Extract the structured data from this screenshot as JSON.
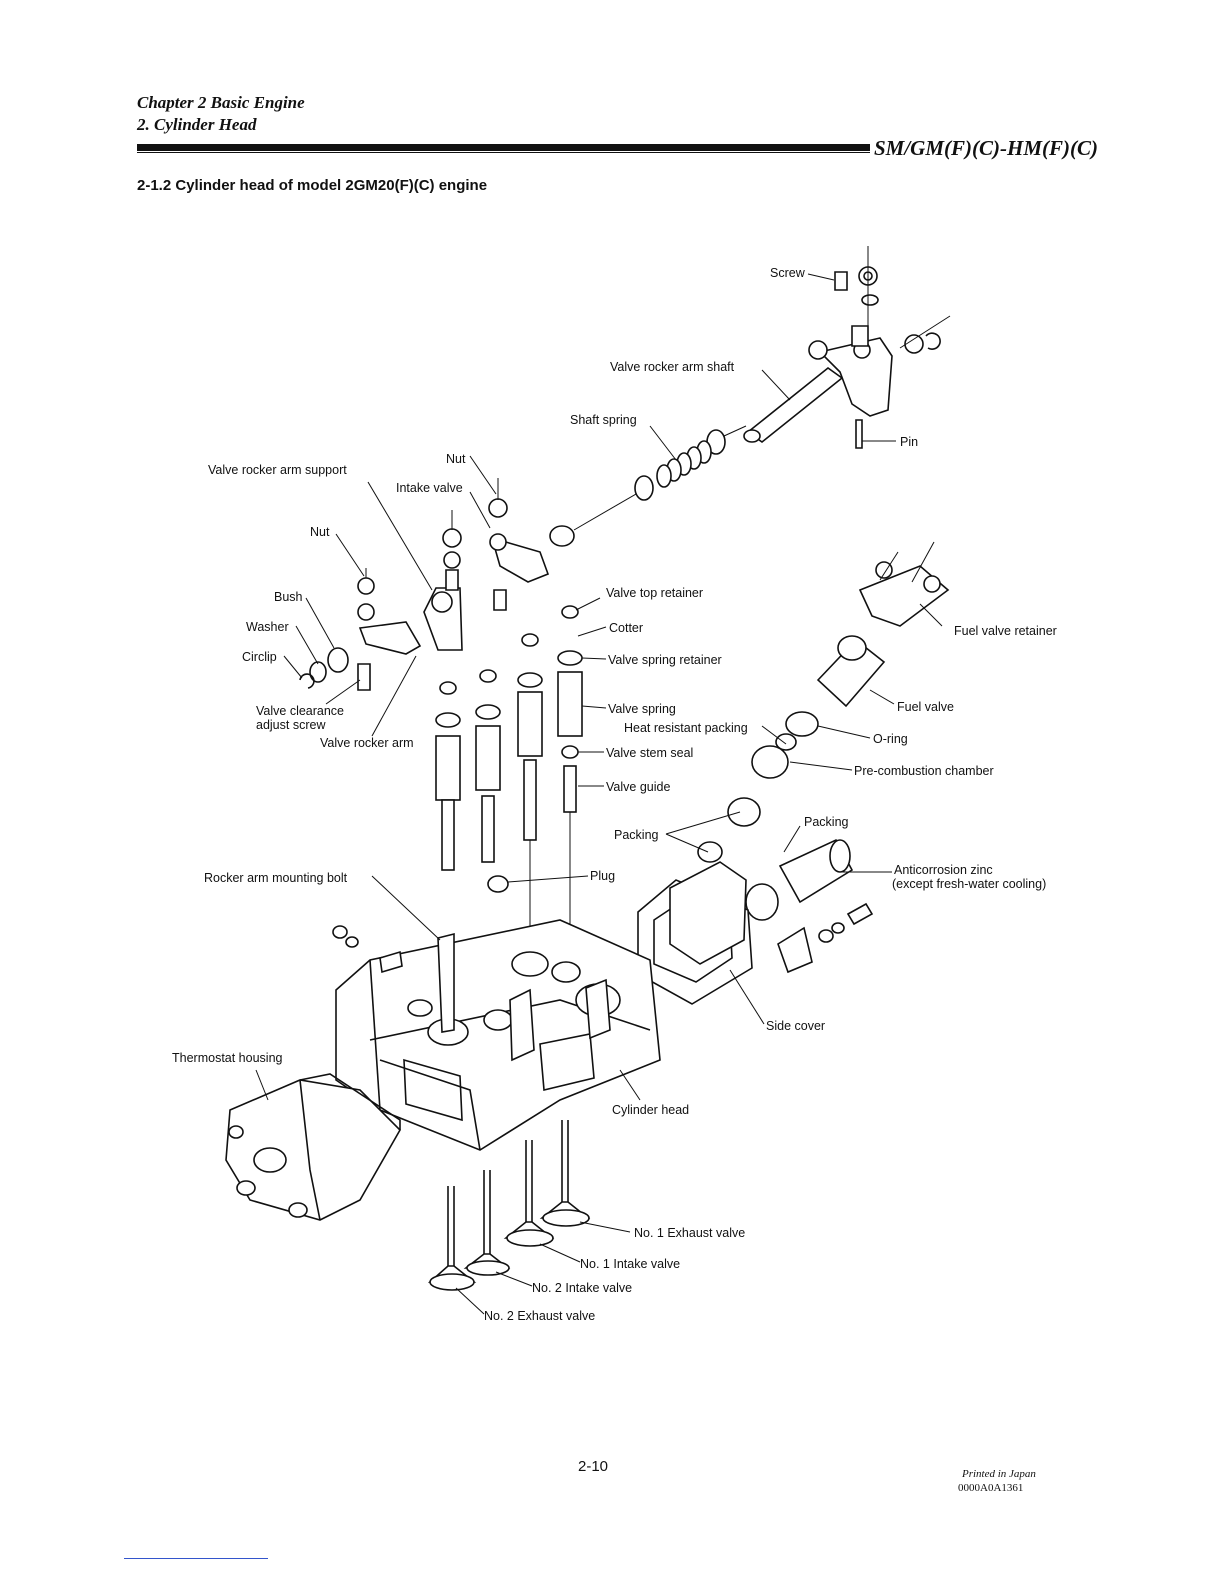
{
  "header": {
    "chapter": "Chapter 2 Basic Engine",
    "section": "2. Cylinder Head",
    "model_code": "SM/GM(F)(C)-HM(F)(C)"
  },
  "section_title": "2-1.2 Cylinder head of model 2GM20(F)(C) engine",
  "labels": {
    "screw": "Screw",
    "valve_rocker_arm_shaft": "Valve rocker arm shaft",
    "shaft_spring": "Shaft spring",
    "pin": "Pin",
    "valve_rocker_arm_support": "Valve rocker arm support",
    "nut_1": "Nut",
    "intake_valve": "Intake valve",
    "nut_2": "Nut",
    "bush": "Bush",
    "washer": "Washer",
    "circlip": "Circlip",
    "valve_clearance_adjust_screw_1": "Valve clearance",
    "valve_clearance_adjust_screw_2": "adjust screw",
    "valve_rocker_arm": "Valve rocker arm",
    "valve_top_retainer": "Valve top retainer",
    "cotter": "Cotter",
    "valve_spring_retainer": "Valve spring retainer",
    "valve_spring": "Valve spring",
    "heat_resistant_packing": "Heat resistant packing",
    "valve_stem_seal": "Valve stem seal",
    "valve_guide": "Valve guide",
    "fuel_valve_retainer": "Fuel valve retainer",
    "fuel_valve": "Fuel valve",
    "o_ring": "O-ring",
    "pre_combustion_chamber": "Pre-combustion chamber",
    "packing_1": "Packing",
    "packing_2": "Packing",
    "anticorrosion_zinc_1": "Anticorrosion zinc",
    "anticorrosion_zinc_2": "(except fresh-water cooling)",
    "rocker_arm_mounting_bolt": "Rocker arm mounting bolt",
    "plug": "Plug",
    "side_cover": "Side cover",
    "thermostat_housing": "Thermostat housing",
    "cylinder_head": "Cylinder head",
    "no1_exhaust_valve": "No. 1 Exhaust valve",
    "no1_intake_valve": "No. 1 Intake valve",
    "no2_intake_valve": "No. 2 Intake valve",
    "no2_exhaust_valve": "No. 2 Exhaust valve"
  },
  "footer": {
    "page_number": "2-10",
    "printed": "Printed in Japan",
    "doc_code": "0000A0A1361"
  }
}
